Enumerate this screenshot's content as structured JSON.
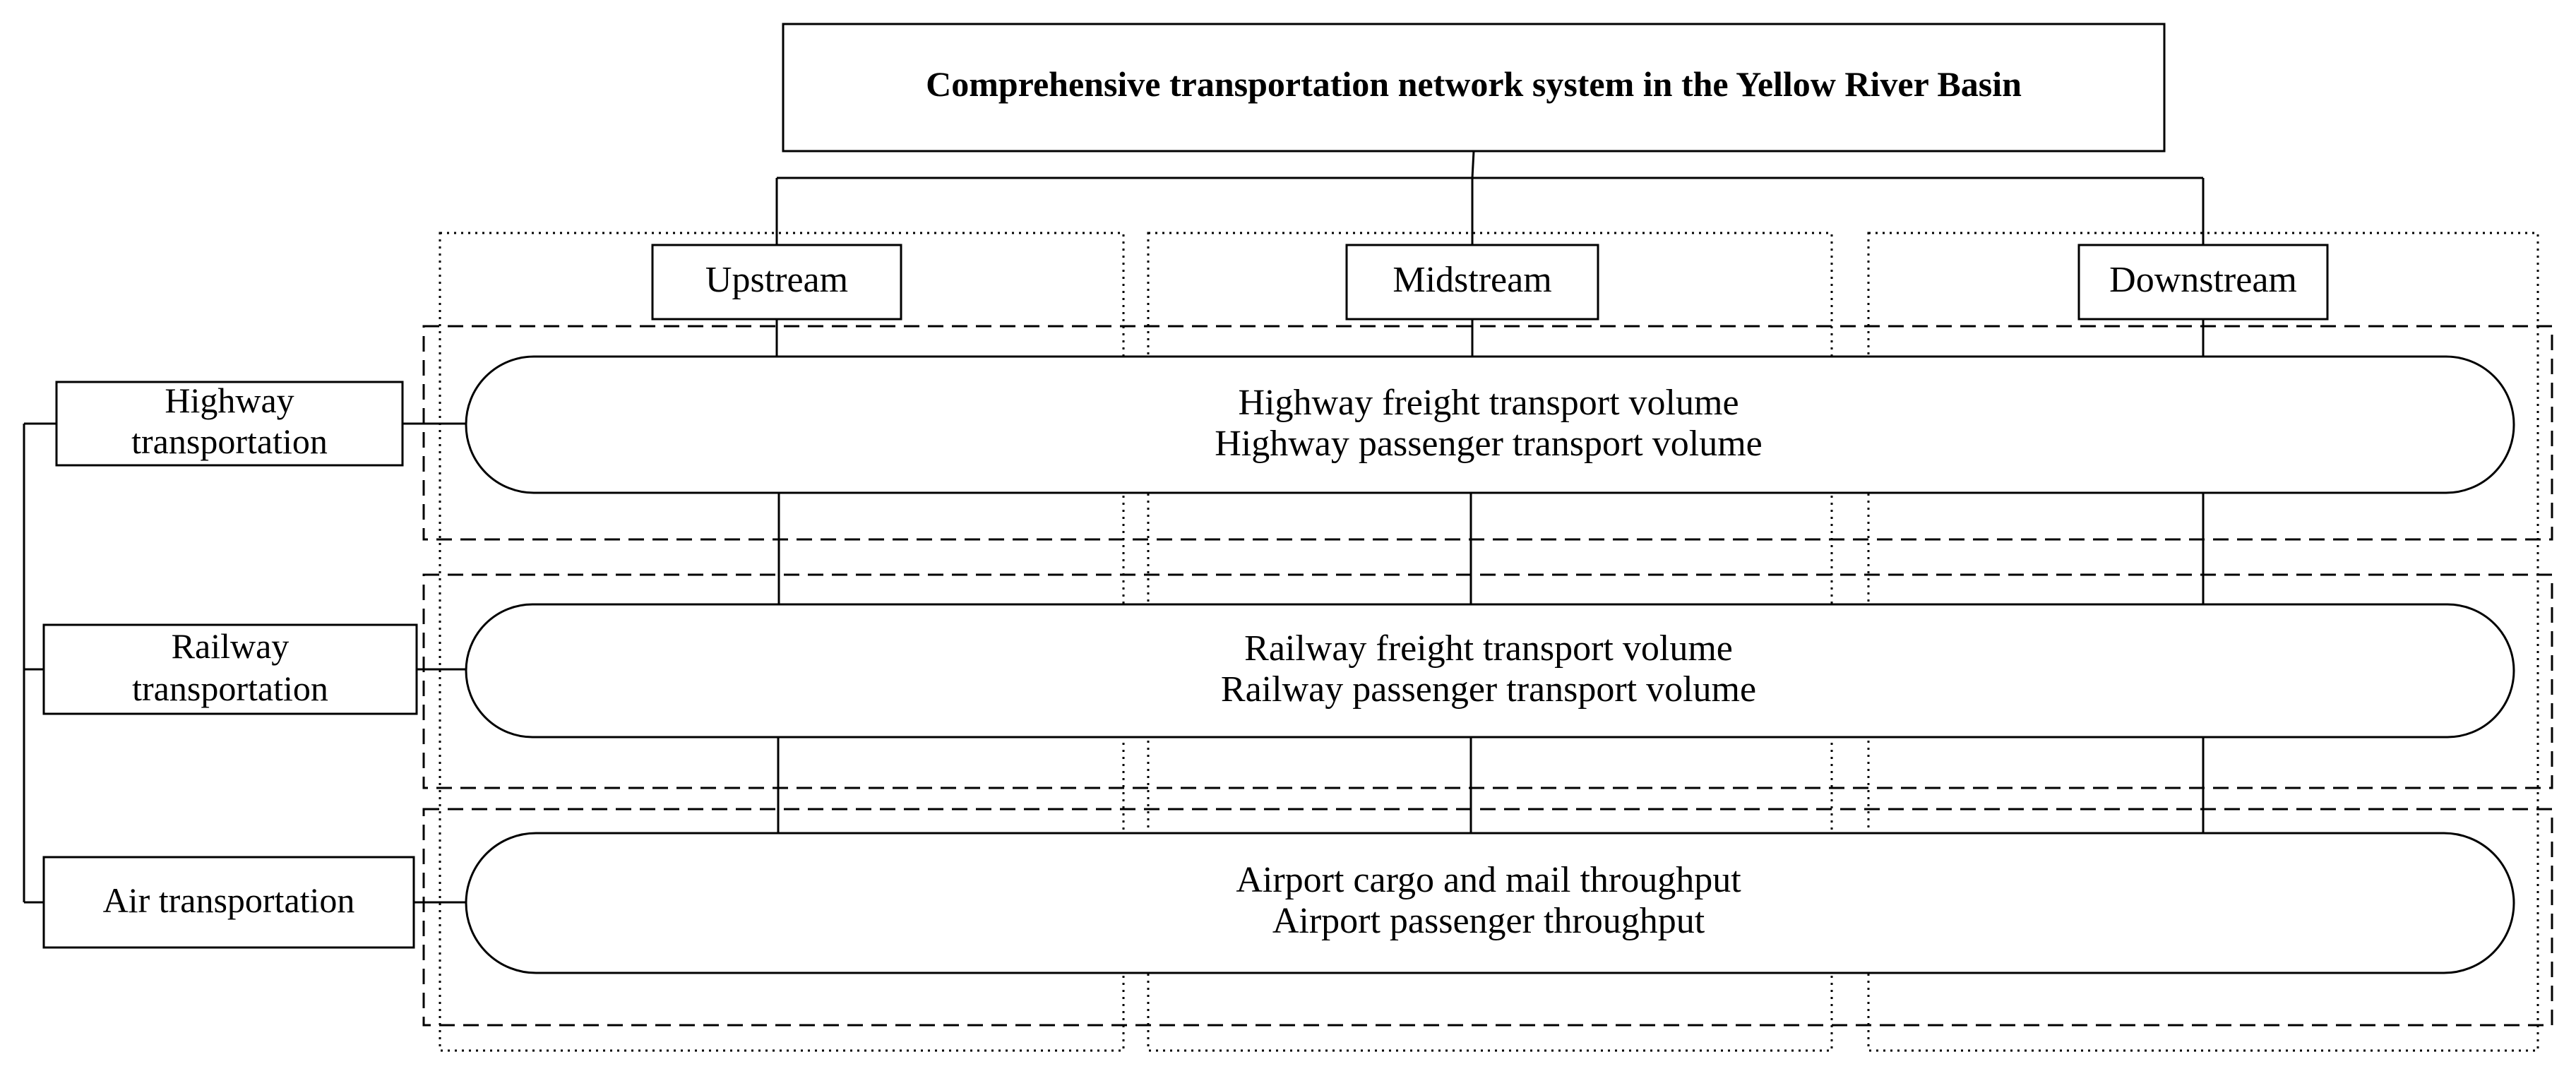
{
  "title": "Comprehensive transportation network system in the Yellow River Basin",
  "sections": {
    "upstream": "Upstream",
    "midstream": "Midstream",
    "downstream": "Downstream"
  },
  "modes": {
    "highway": {
      "line1": "Highway",
      "line2": "transportation"
    },
    "railway": {
      "line1": "Railway",
      "line2": "transportation"
    },
    "air": {
      "label": "Air transportation"
    }
  },
  "indicators": {
    "highway": {
      "line1": "Highway freight transport volume",
      "line2": "Highway passenger transport volume"
    },
    "railway": {
      "line1": "Railway freight transport volume",
      "line2": "Railway passenger transport volume"
    },
    "air": {
      "line1": "Airport cargo and mail throughput",
      "line2": "Airport passenger throughput"
    }
  }
}
